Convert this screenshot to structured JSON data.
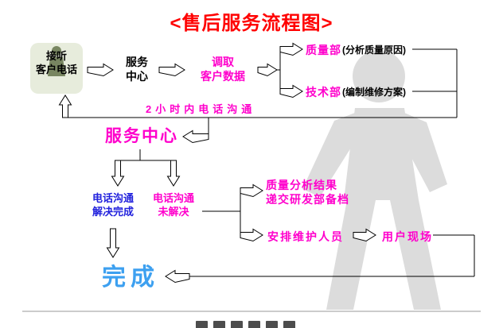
{
  "title": "<售后服务流程图>",
  "flow": {
    "answer_call": "接听\n客户电话",
    "service_center_top": "服务\n中心",
    "retrieve_data": "调取\n客户数据",
    "quality_dept": "质量部",
    "quality_note": "(分析质量原因)",
    "tech_dept": "技术部",
    "tech_note": "(编制维修方案)",
    "phone_2h": "2小时内电话沟通",
    "service_center_main": "服务中心",
    "resolved": "电话沟通\n解决完成",
    "unresolved": "电话沟通\n未解决",
    "quality_result": "质量分析结果\n递交研发部备档",
    "arrange_staff": "安排维护人员",
    "user_site": "用户现场",
    "done": "完成"
  },
  "colors": {
    "title_red": "#ff0000",
    "magenta": "#ff00cc",
    "blue": "#2222dd",
    "done_blue": "#3da0f0",
    "box_green": "#e7ecdc",
    "watermark_gray": "#dcdcdc"
  }
}
